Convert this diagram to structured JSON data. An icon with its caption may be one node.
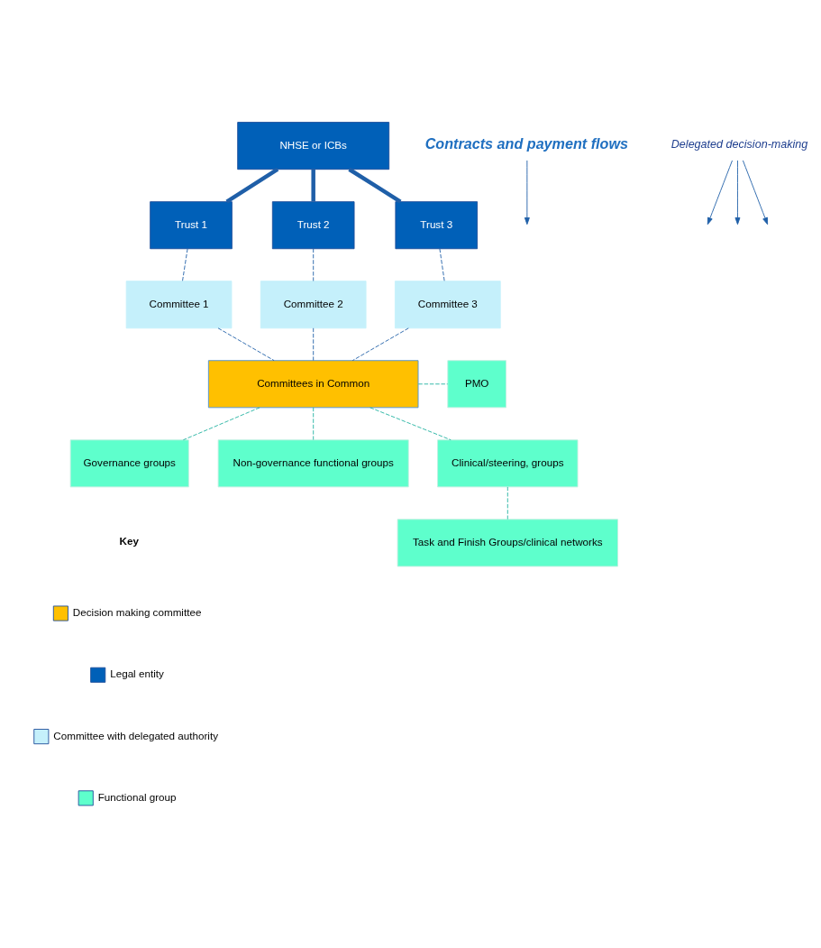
{
  "diagram": {
    "nodes": [
      {
        "text": [
          "NHSE or ICBs"
        ]
      },
      {
        "text": [
          "Trust 1"
        ]
      },
      {
        "text": [
          "Trust 2"
        ]
      },
      {
        "text": [
          "Trust 3"
        ]
      },
      {
        "text": [
          "Committee 1"
        ]
      },
      {
        "text": [
          "Committee 2"
        ]
      },
      {
        "text": [
          "Committee 3"
        ]
      },
      {
        "text": [
          "Committees in Common"
        ]
      },
      {
        "text": [
          "PMO"
        ]
      },
      {
        "text": [
          "Governance groups"
        ]
      },
      {
        "text": [
          "Non-governance functional groups"
        ]
      },
      {
        "text": [
          "Clinical/steering, groups"
        ]
      },
      {
        "text": [
          "Task and Finish Groups/clinical networks"
        ]
      },
      {
        "text": [
          "Contracts and payment flows"
        ]
      },
      {
        "text": [
          "Delegated decision-making"
        ]
      }
    ],
    "edges": [
      {
        "from": 0,
        "to": 1,
        "arrow": "none",
        "style": "thick"
      },
      {
        "from": 0,
        "to": 2,
        "arrow": "none",
        "style": "thick"
      },
      {
        "from": 0,
        "to": 3,
        "arrow": "none",
        "style": "thick"
      },
      {
        "from": 13,
        "to": null,
        "arrow": "to"
      },
      {
        "from": 14,
        "to": null,
        "arrow": "to"
      },
      {
        "from": 14,
        "to": null,
        "arrow": "to"
      },
      {
        "from": 14,
        "to": null,
        "arrow": "to"
      },
      {
        "from": 1,
        "to": 4,
        "arrow": "none",
        "style": "dashed"
      },
      {
        "from": 2,
        "to": 5,
        "arrow": "none",
        "style": "dashed"
      },
      {
        "from": 3,
        "to": 6,
        "arrow": "none",
        "style": "dashed"
      },
      {
        "from": 4,
        "to": 7,
        "arrow": "none",
        "style": "dashed"
      },
      {
        "from": 5,
        "to": 7,
        "arrow": "none",
        "style": "dashed"
      },
      {
        "from": 6,
        "to": 7,
        "arrow": "none",
        "style": "dashed"
      },
      {
        "from": 7,
        "to": 8,
        "arrow": "none",
        "style": "dashed",
        "color": "#20b2a0"
      },
      {
        "from": 7,
        "to": 9,
        "arrow": "none",
        "style": "dashed",
        "color": "#20b2a0"
      },
      {
        "from": 7,
        "to": 10,
        "arrow": "none",
        "style": "dashed",
        "color": "#20b2a0"
      },
      {
        "from": 7,
        "to": 11,
        "arrow": "none",
        "style": "dashed",
        "color": "#20b2a0"
      },
      {
        "from": 11,
        "to": 12,
        "arrow": "none",
        "style": "dashed",
        "color": "#20b2a0"
      }
    ],
    "labels": [
      "Key"
    ],
    "legend": [
      {
        "text": "Decision making committee",
        "color": "#ffc000"
      },
      {
        "text": "Legal entity",
        "color": "#0060b8"
      },
      {
        "text": "Committee with delegated authority",
        "color": "#c5f0fb"
      },
      {
        "text": "Functional group",
        "color": "#5effcc"
      }
    ]
  }
}
